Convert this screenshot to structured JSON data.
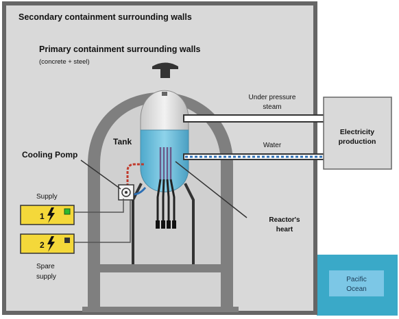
{
  "labels": {
    "secondary_walls": "Secondary containment surrounding walls",
    "primary_walls": "Primary containment surrounding walls",
    "primary_walls_note": "(concrete + steel)",
    "tank": "Tank",
    "cooling_pump": "Cooling Pomp",
    "supply": "Supply",
    "spare_supply_line1": "Spare",
    "spare_supply_line2": "supply",
    "steam_line1": "Under pressure",
    "steam_line2": "steam",
    "water": "Water",
    "electricity_line1": "Electricity",
    "electricity_line2": "production",
    "heart_line1": "Reactor's",
    "heart_line2": "heart",
    "ocean_line1": "Pacific",
    "ocean_line2": "Ocean",
    "supply1_number": "1",
    "supply2_number": "2"
  },
  "colors": {
    "outer_wall": "#d9d9d9",
    "outer_stroke": "#666666",
    "inner_fill": "#cfcfcf",
    "primary_wall": "#7f7f7f",
    "tank_water": "#6fc1dc",
    "tank_steam": "#dcdcdc",
    "supply_box": "#f4d83a",
    "supply1_indicator": "#2eb82e",
    "supply2_indicator": "#333333",
    "ocean": "#3aa9c8",
    "ocean_box": "#7cc7e6",
    "electricity_box": "#d9d9d9",
    "hot_pipe": "#c0392b",
    "cold_pipe": "#2c6fb5"
  }
}
